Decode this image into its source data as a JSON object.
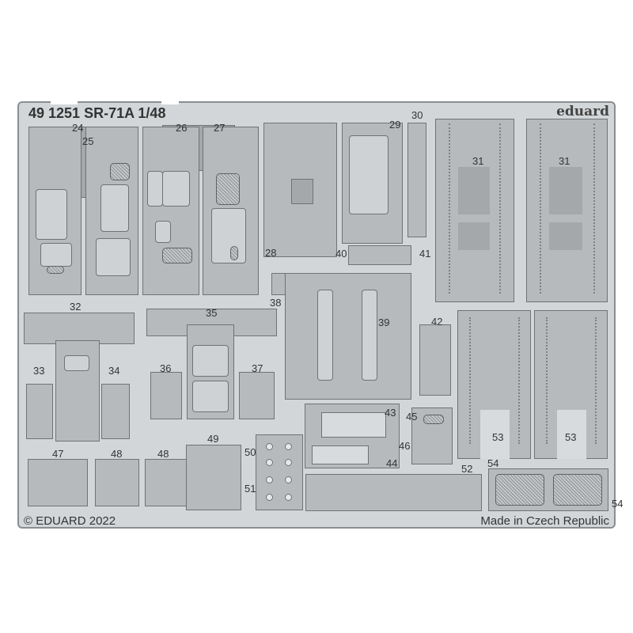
{
  "header": {
    "title": "49 1251 SR-71A 1/48",
    "brand": "eduard"
  },
  "footer": {
    "copyright": "© EDUARD 2022",
    "origin": "Made in Czech Republic"
  },
  "part_labels": [
    "24",
    "25",
    "26",
    "27",
    "28",
    "29",
    "30",
    "31",
    "31",
    "32",
    "33",
    "34",
    "35",
    "36",
    "37",
    "38",
    "39",
    "40",
    "41",
    "42",
    "43",
    "44",
    "45",
    "46",
    "47",
    "48",
    "48",
    "49",
    "50",
    "51",
    "52",
    "53",
    "53",
    "54",
    "54"
  ],
  "colors": {
    "fret": "#d3d6d8",
    "part": "#b6babd",
    "outline": "#6f7376"
  }
}
